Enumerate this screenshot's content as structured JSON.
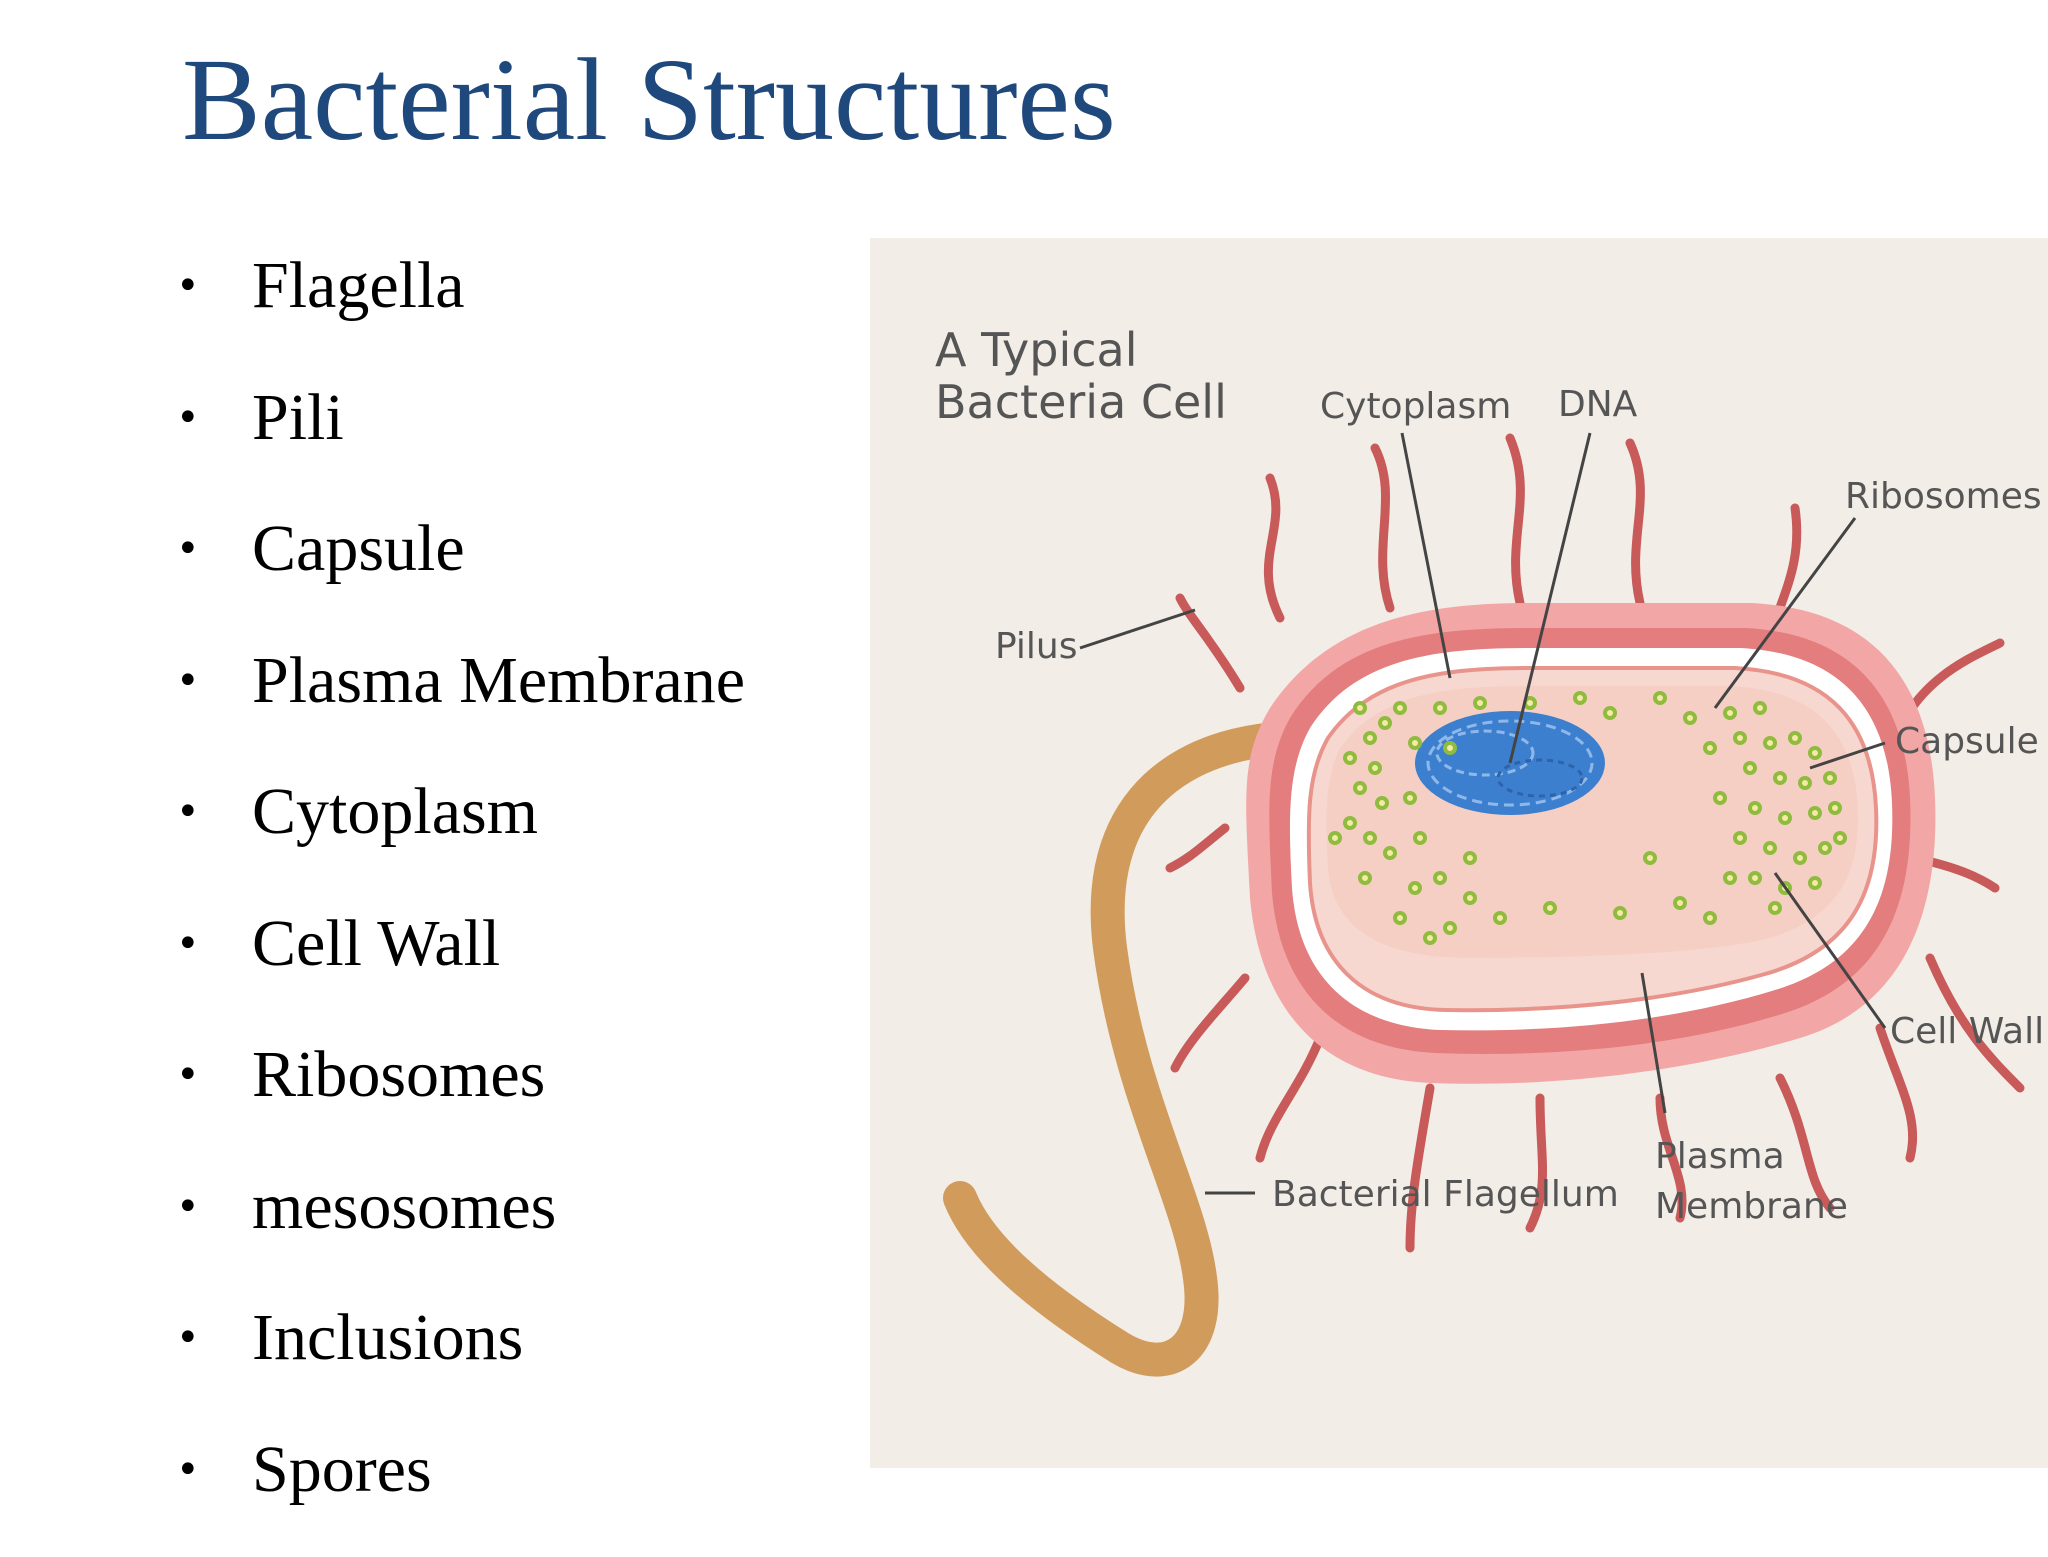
{
  "slide": {
    "title": "Bacterial Structures",
    "bullet_symbol": "•",
    "bullets": [
      "Flagella",
      "Pili",
      "Capsule",
      "Plasma Membrane",
      "Cytoplasm",
      "Cell Wall",
      "Ribosomes",
      "mesosomes",
      "Inclusions",
      "Spores"
    ]
  },
  "diagram": {
    "heading_line1": "A Typical",
    "heading_line2": "Bacteria Cell",
    "labels": {
      "cytoplasm": "Cytoplasm",
      "dna": "DNA",
      "ribosomes": "Ribosomes",
      "pilus": "Pilus",
      "capsule": "Capsule",
      "cell_wall": "Cell Wall",
      "flagellum": "Bacterial Flagellum",
      "plasma_membrane_line1": "Plasma",
      "plasma_membrane_line2": "Membrane"
    },
    "colors": {
      "background": "#f2ede6",
      "pili": "#c85a5a",
      "capsule": "#f3a6a6",
      "cell_wall": "#e47d7d",
      "cytoplasm": "#f6cfc4",
      "dna": "#3d7fcf",
      "ribosome": "#8fbb3e",
      "flagellum": "#d19b5c"
    }
  }
}
